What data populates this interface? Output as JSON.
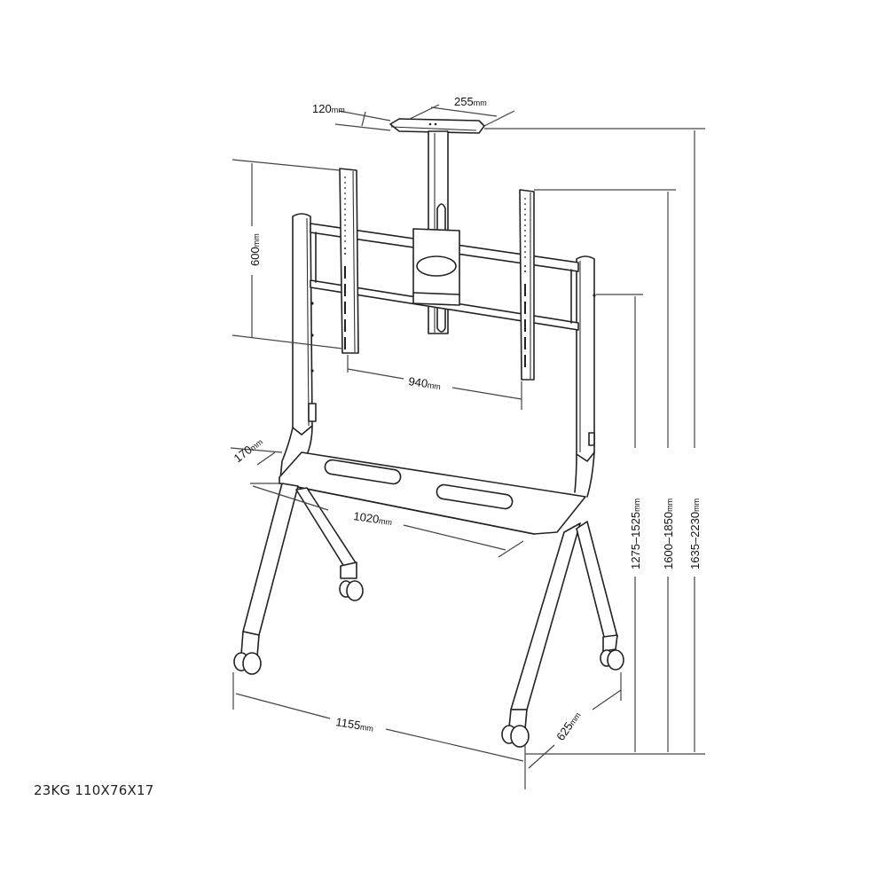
{
  "diagram": {
    "subject": "mobile TV stand with camera shelf, VESA mount bracket, middle shelf and caster wheels",
    "dimensions": {
      "camera_shelf_depth": {
        "value": "120",
        "unit": "mm"
      },
      "camera_shelf_width": {
        "value": "255",
        "unit": "mm"
      },
      "bracket_height": {
        "value": "600",
        "unit": "mm"
      },
      "bracket_width": {
        "value": "940",
        "unit": "mm"
      },
      "shelf_depth": {
        "value": "170",
        "unit": "mm"
      },
      "shelf_width": {
        "value": "1020",
        "unit": "mm"
      },
      "base_width": {
        "value": "1155",
        "unit": "mm"
      },
      "base_depth": {
        "value": "625",
        "unit": "mm"
      },
      "height_center": {
        "value": "1275–1525",
        "unit": "mm"
      },
      "height_top_bracket": {
        "value": "1600–1850",
        "unit": "mm"
      },
      "height_total": {
        "value": "1635–2230",
        "unit": "mm"
      }
    },
    "spec_note": "23KG 110X76X17",
    "colors": {
      "line": "#222222",
      "background": "#ffffff"
    }
  }
}
